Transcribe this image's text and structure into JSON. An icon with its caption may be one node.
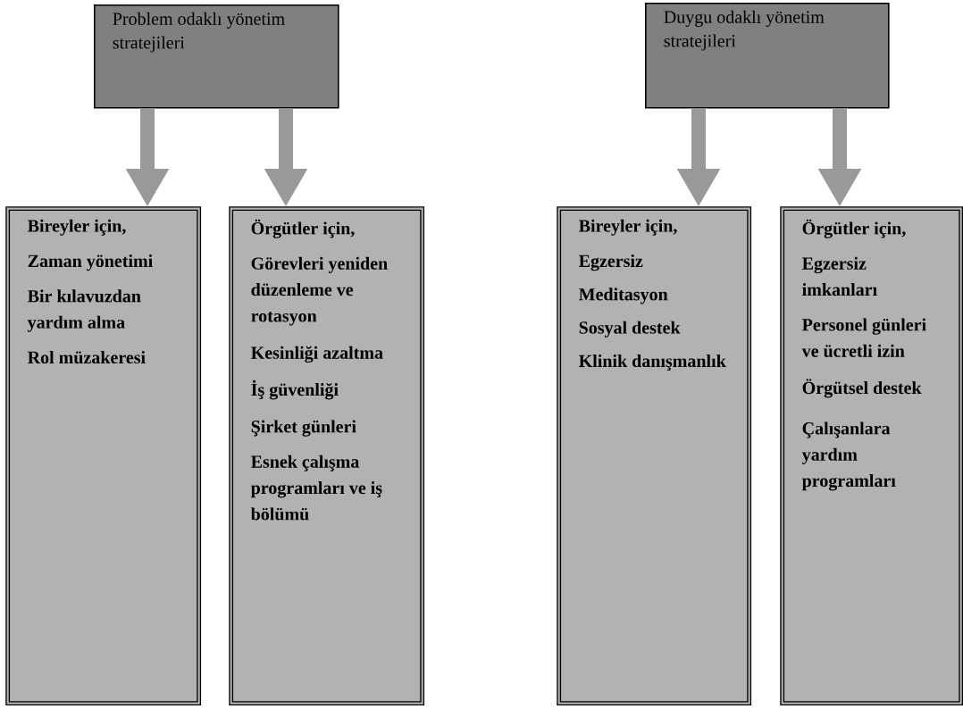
{
  "diagram": {
    "nodes": [
      {
        "text": [
          "Problem odaklı yönetim stratejileri"
        ]
      },
      {
        "text": [
          "Duygu odaklı yönetim stratejileri"
        ]
      },
      {
        "text": [
          "Bireyler için,",
          "Zaman yönetimi",
          "Bir kılavuzdan yardım alma",
          "Rol müzakeresi"
        ]
      },
      {
        "text": [
          "Örgütler için,",
          "Görevleri yeniden düzenleme ve rotasyon",
          "Kesinliği azaltma",
          "İş güvenliği",
          "Şirket günleri",
          "Esnek çalışma programları ve iş bölümü"
        ]
      },
      {
        "text": [
          "Bireyler için,",
          "Egzersiz",
          "Meditasyon",
          "Sosyal destek",
          "Klinik danışmanlık"
        ]
      },
      {
        "text": [
          "Örgütler için,",
          "Egzersiz imkanları",
          "Personel günleri ve ücretli izin",
          "Örgütsel destek",
          "Çalışanlara yardım programları"
        ]
      }
    ],
    "edges": [
      {
        "from": 0,
        "to": 2,
        "arrow": "to"
      },
      {
        "from": 0,
        "to": 3,
        "arrow": "to"
      },
      {
        "from": 1,
        "to": 4,
        "arrow": "to"
      },
      {
        "from": 1,
        "to": 5,
        "arrow": "to"
      }
    ]
  }
}
